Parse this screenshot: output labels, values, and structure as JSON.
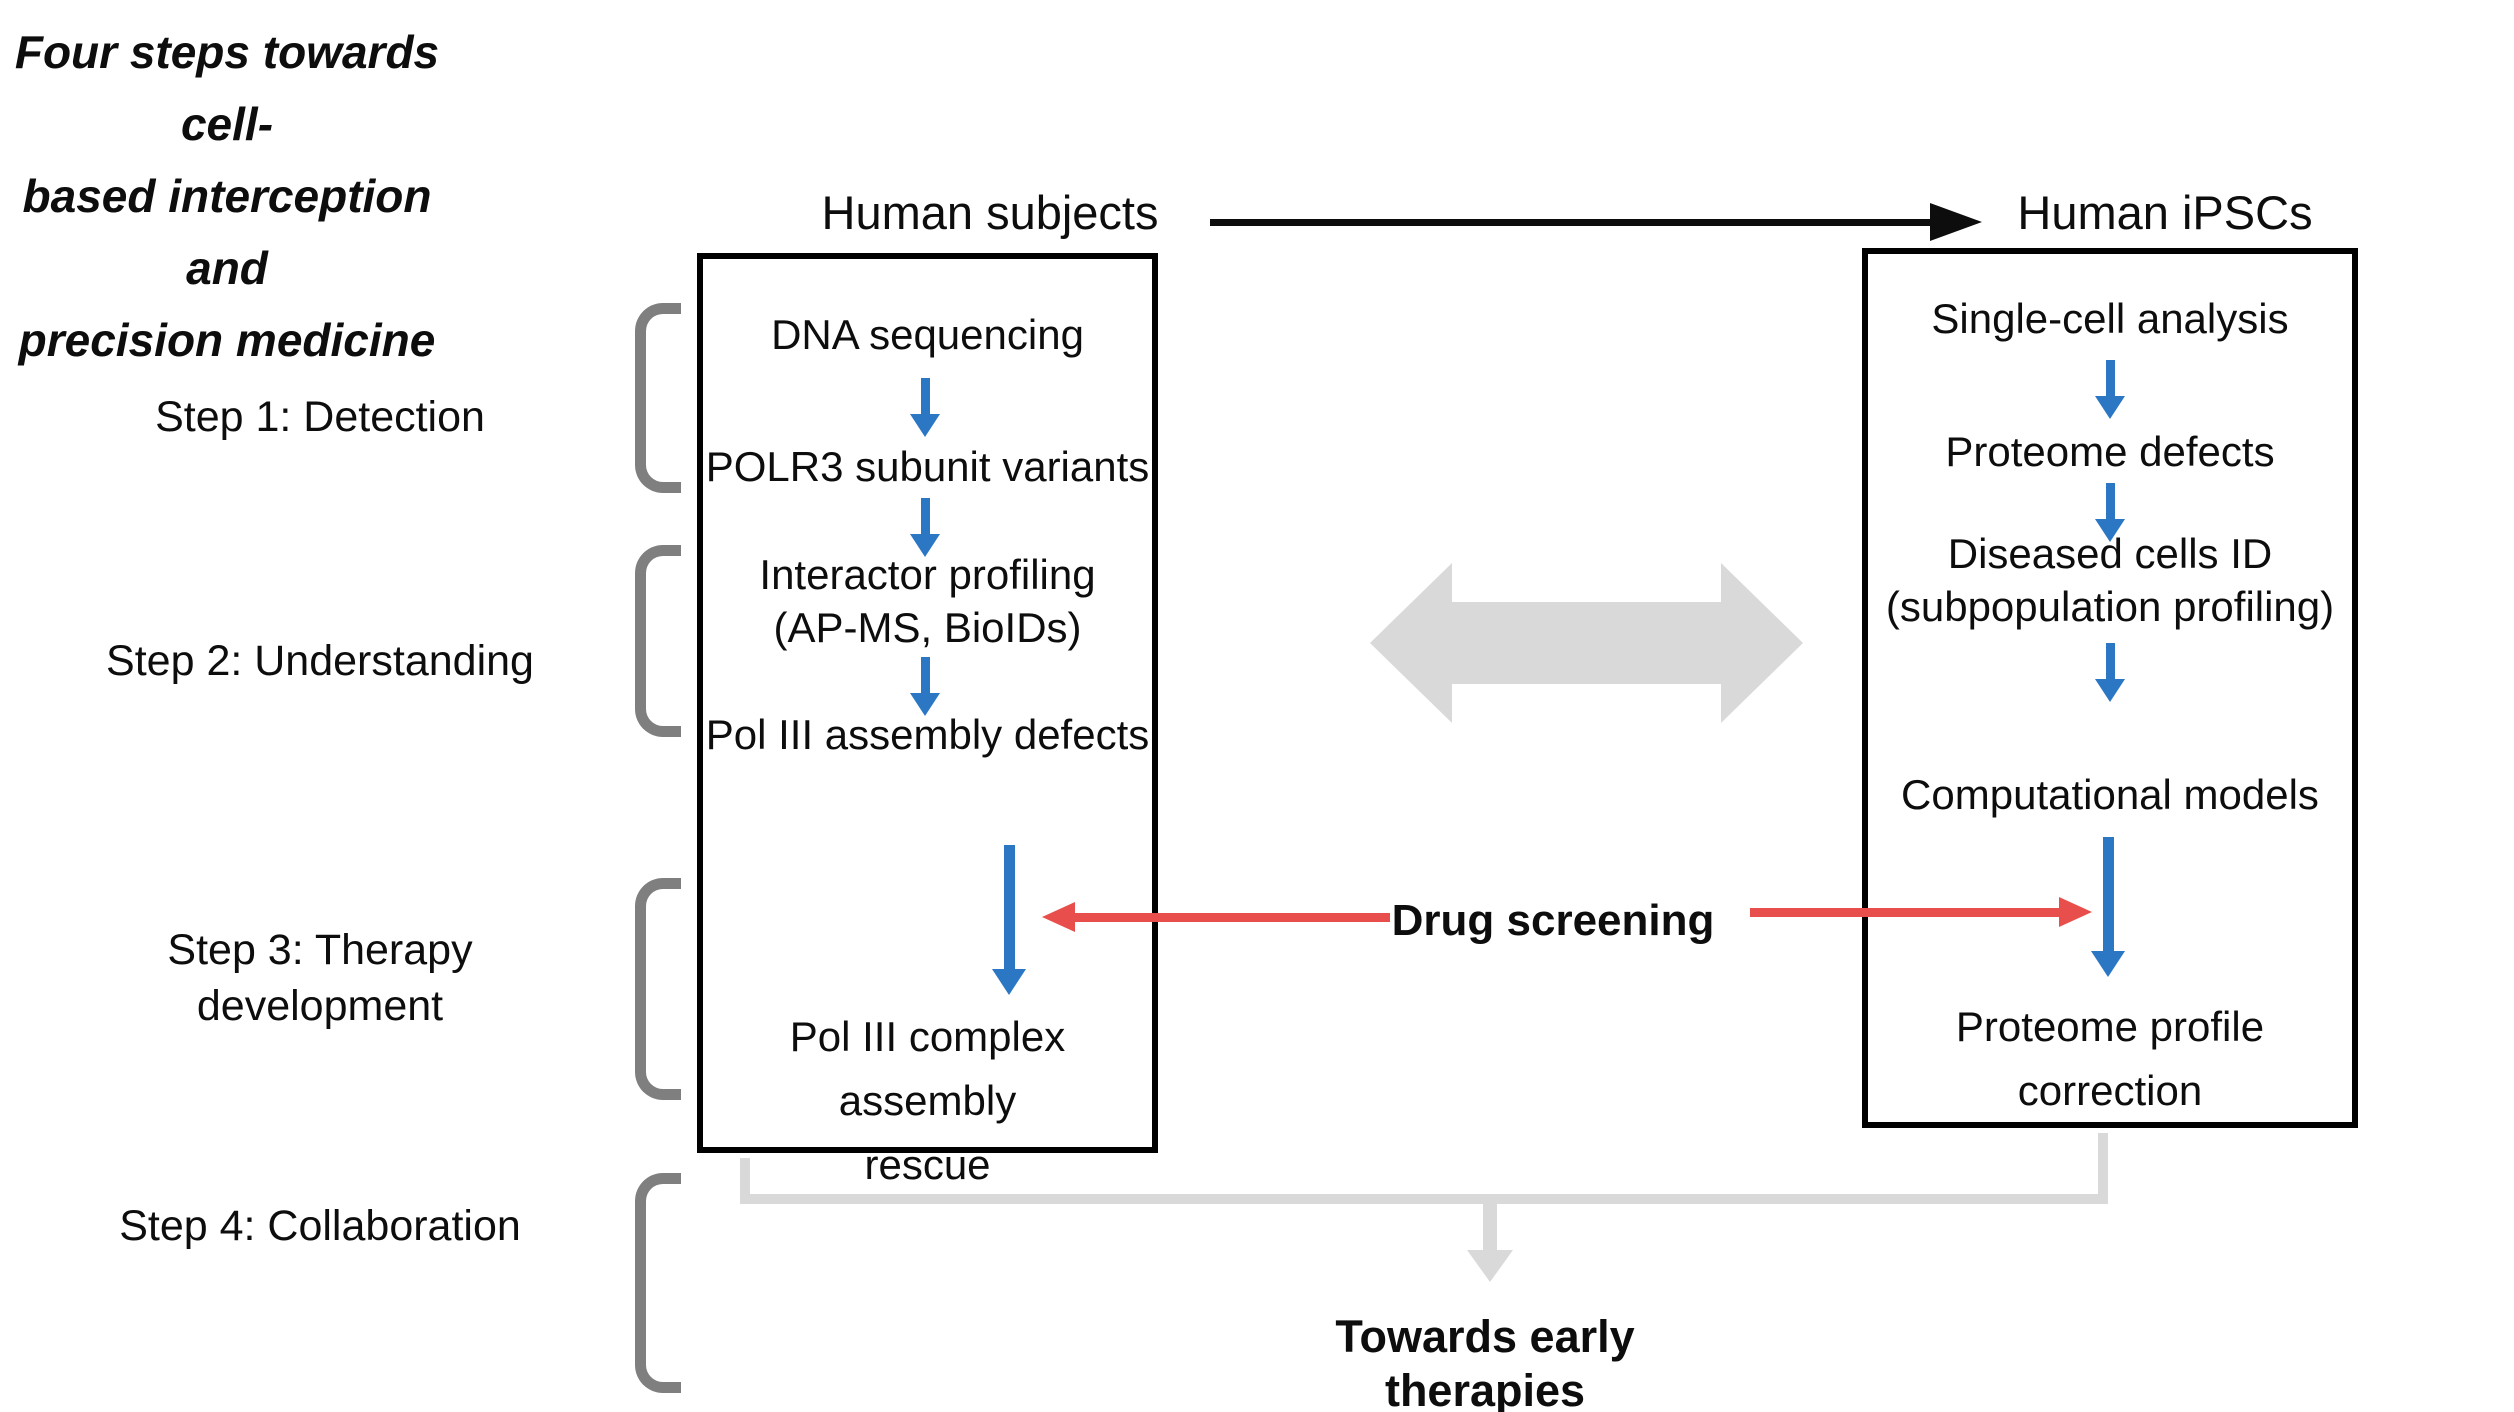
{
  "title": "Four steps towards cell-\nbased interception and\nprecision medicine",
  "steps": [
    {
      "label": "Step 1: Detection"
    },
    {
      "label": "Step 2: Understanding"
    },
    {
      "label": "Step 3: Therapy\ndevelopment"
    },
    {
      "label": "Step 4: Collaboration"
    }
  ],
  "headers": {
    "left_column": "Human subjects",
    "right_column": "Human iPSCs"
  },
  "left_box": {
    "items": [
      "DNA sequencing",
      "POLR3 subunit variants",
      "Interactor profiling\n(AP-MS, BioIDs)",
      "Pol III assembly defects",
      "Pol III complex assembly\nrescue"
    ]
  },
  "right_box": {
    "items": [
      "Single-cell analysis",
      "Proteome defects",
      "Diseased cells ID\n(subpopulation profiling)",
      "Computational models",
      "Proteome profile\ncorrection"
    ]
  },
  "middle": {
    "drug_screening": "Drug screening",
    "towards_early_therapies": "Towards early therapies"
  },
  "colors": {
    "flow_arrow_blue": "#2b77c4",
    "drug_arrow_red": "#e84f4c",
    "light_gray": "#d9d9d9",
    "bracket_gray": "#7f7f7f",
    "ink_black": "#0d0d0d"
  }
}
